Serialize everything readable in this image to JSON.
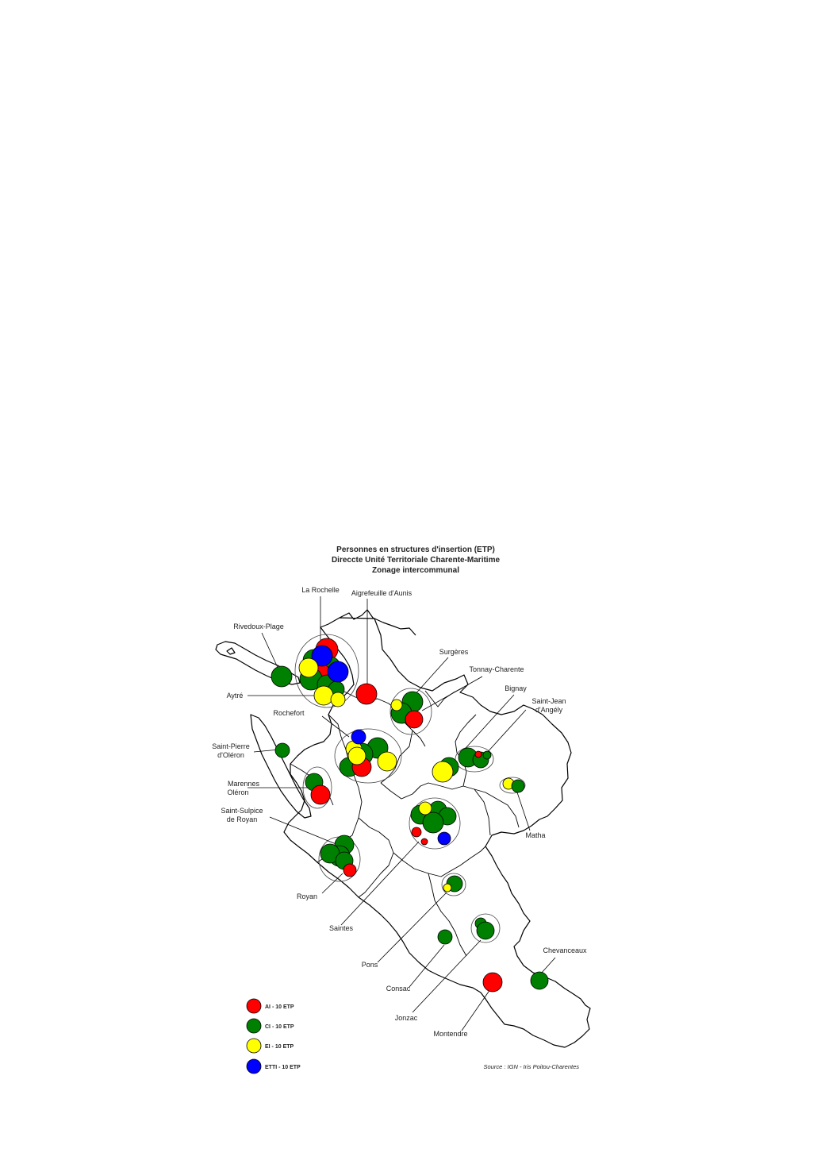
{
  "title": {
    "line1": "Personnes en structures d'insertion (ETP)",
    "line2": "Direccte Unité Territoriale Charente-Maritime",
    "line3": "Zonage intercommunal"
  },
  "places": {
    "la_rochelle": "La Rochelle",
    "aigrefeuille": "Aigrefeuille d'Aunis",
    "rivedoux": "Rivedoux-Plage",
    "surgeres": "Surgères",
    "tonnay": "Tonnay-Charente",
    "aytre": "Aytré",
    "bignay": "Bignay",
    "saint_jean_1": "Saint-Jean",
    "saint_jean_2": "d'Angély",
    "rochefort": "Rochefort",
    "saint_pierre_1": "Saint-Pierre",
    "saint_pierre_2": "d'Oléron",
    "marennes_1": "Marennes",
    "marennes_2": "Oléron",
    "saint_sulpice_1": "Saint-Sulpice",
    "saint_sulpice_2": "de Royan",
    "matha": "Matha",
    "royan": "Royan",
    "saintes": "Saintes",
    "pons": "Pons",
    "consac": "Consac",
    "jonzac": "Jonzac",
    "montendre": "Montendre",
    "chevanceaux": "Chevanceaux"
  },
  "legend": [
    {
      "label": "AI - 10 ETP",
      "color": "#ff0000"
    },
    {
      "label": "CI - 10 ETP",
      "color": "#008000"
    },
    {
      "label": "EI - 10 ETP",
      "color": "#ffff00"
    },
    {
      "label": "ETTI - 10 ETP",
      "color": "#0000ff"
    }
  ],
  "colors": {
    "AI": "#ff0000",
    "CI": "#008000",
    "EI": "#ffff00",
    "ETTI": "#0000ff"
  },
  "source": "Source : IGN - Iris Poitou-Charentes"
}
